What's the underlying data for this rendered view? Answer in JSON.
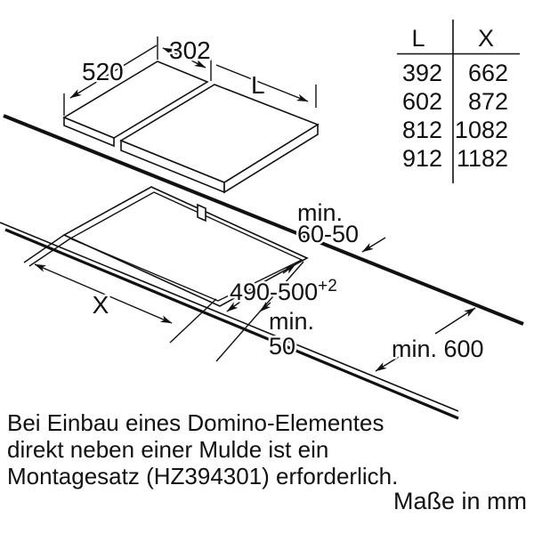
{
  "colors": {
    "ink": "#111111",
    "background": "#ffffff"
  },
  "hob_drawing": {
    "dim_depth": "520",
    "dim_small_width": "302",
    "dim_large_width": "L"
  },
  "table": {
    "col_l": "L",
    "col_x": "X",
    "rows": [
      {
        "l": "392",
        "x": "662"
      },
      {
        "l": "602",
        "x": "872"
      },
      {
        "l": "812",
        "x": "1082"
      },
      {
        "l": "912",
        "x": "1182"
      }
    ]
  },
  "cutout_drawing": {
    "dim_x": "X",
    "cutout_depth": "490-500",
    "cutout_depth_tolerance": "+2",
    "back_clearance_line1": "min.",
    "back_clearance_line2": "60-50",
    "front_clearance_line1": "min.",
    "front_clearance_line2": "50",
    "worktop_depth": "min. 600"
  },
  "note": {
    "line1": "Bei Einbau eines Domino-Elementes",
    "line2": "direkt neben einer Mulde ist ein",
    "line3": "Montagesatz (HZ394301) erforderlich."
  },
  "footer": {
    "units": "Maße in mm"
  }
}
